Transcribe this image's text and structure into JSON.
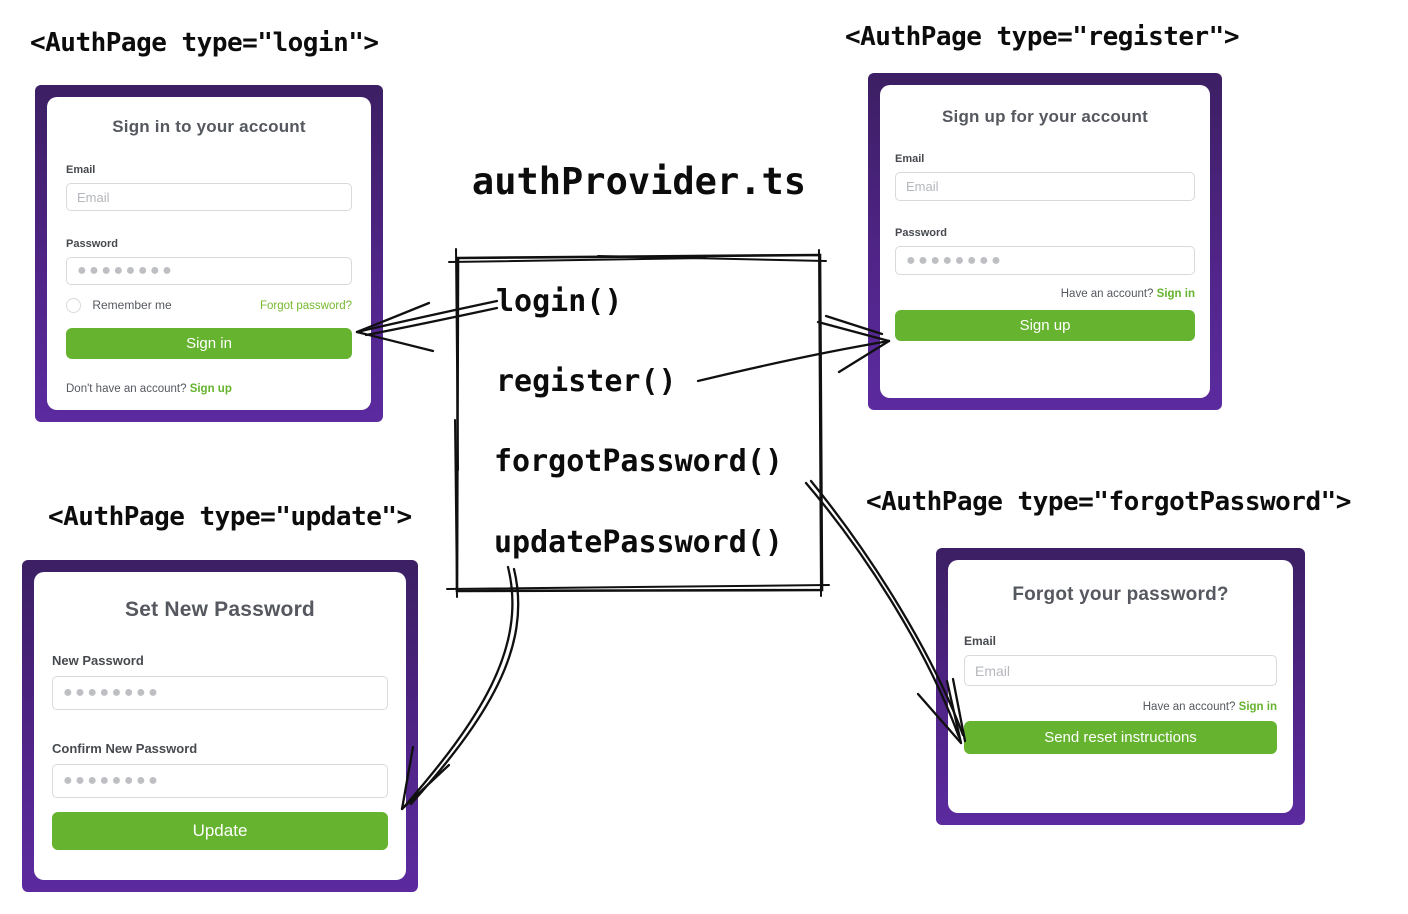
{
  "labels": {
    "login": "<AuthPage type=\"login\">",
    "register": "<AuthPage type=\"register\">",
    "update": "<AuthPage type=\"update\">",
    "forgot": "<AuthPage type=\"forgotPassword\">"
  },
  "code": {
    "title": "authProvider.ts",
    "functions": [
      "login()",
      "register()",
      "forgotPassword()",
      "updatePassword()"
    ]
  },
  "cards": {
    "login": {
      "heading": "Sign in to your account",
      "email_label": "Email",
      "email_placeholder": "Email",
      "password_label": "Password",
      "password_value": "●●●●●●●●",
      "remember_label": "Remember me",
      "forgot_link": "Forgot password?",
      "submit": "Sign in",
      "footer_text": "Don't have an account?",
      "footer_link": "Sign up"
    },
    "register": {
      "heading": "Sign up for your account",
      "email_label": "Email",
      "email_placeholder": "Email",
      "password_label": "Password",
      "password_value": "●●●●●●●●",
      "switch_text": "Have an account?",
      "switch_link": "Sign in",
      "submit": "Sign up"
    },
    "update": {
      "heading": "Set New Password",
      "new_label": "New Password",
      "new_value": "●●●●●●●●",
      "confirm_label": "Confirm New Password",
      "confirm_value": "●●●●●●●●",
      "submit": "Update"
    },
    "forgot": {
      "heading": "Forgot your password?",
      "email_label": "Email",
      "email_placeholder": "Email",
      "switch_text": "Have an account?",
      "switch_link": "Sign in",
      "submit": "Send reset instructions"
    }
  },
  "colors": {
    "purple_border_top": "#3c1f63",
    "purple_border_bottom": "#5b2b9f",
    "button_green": "#65b32e",
    "link_green": "#76b82e",
    "heading_gray": "#55585f",
    "ink": "#101010"
  }
}
